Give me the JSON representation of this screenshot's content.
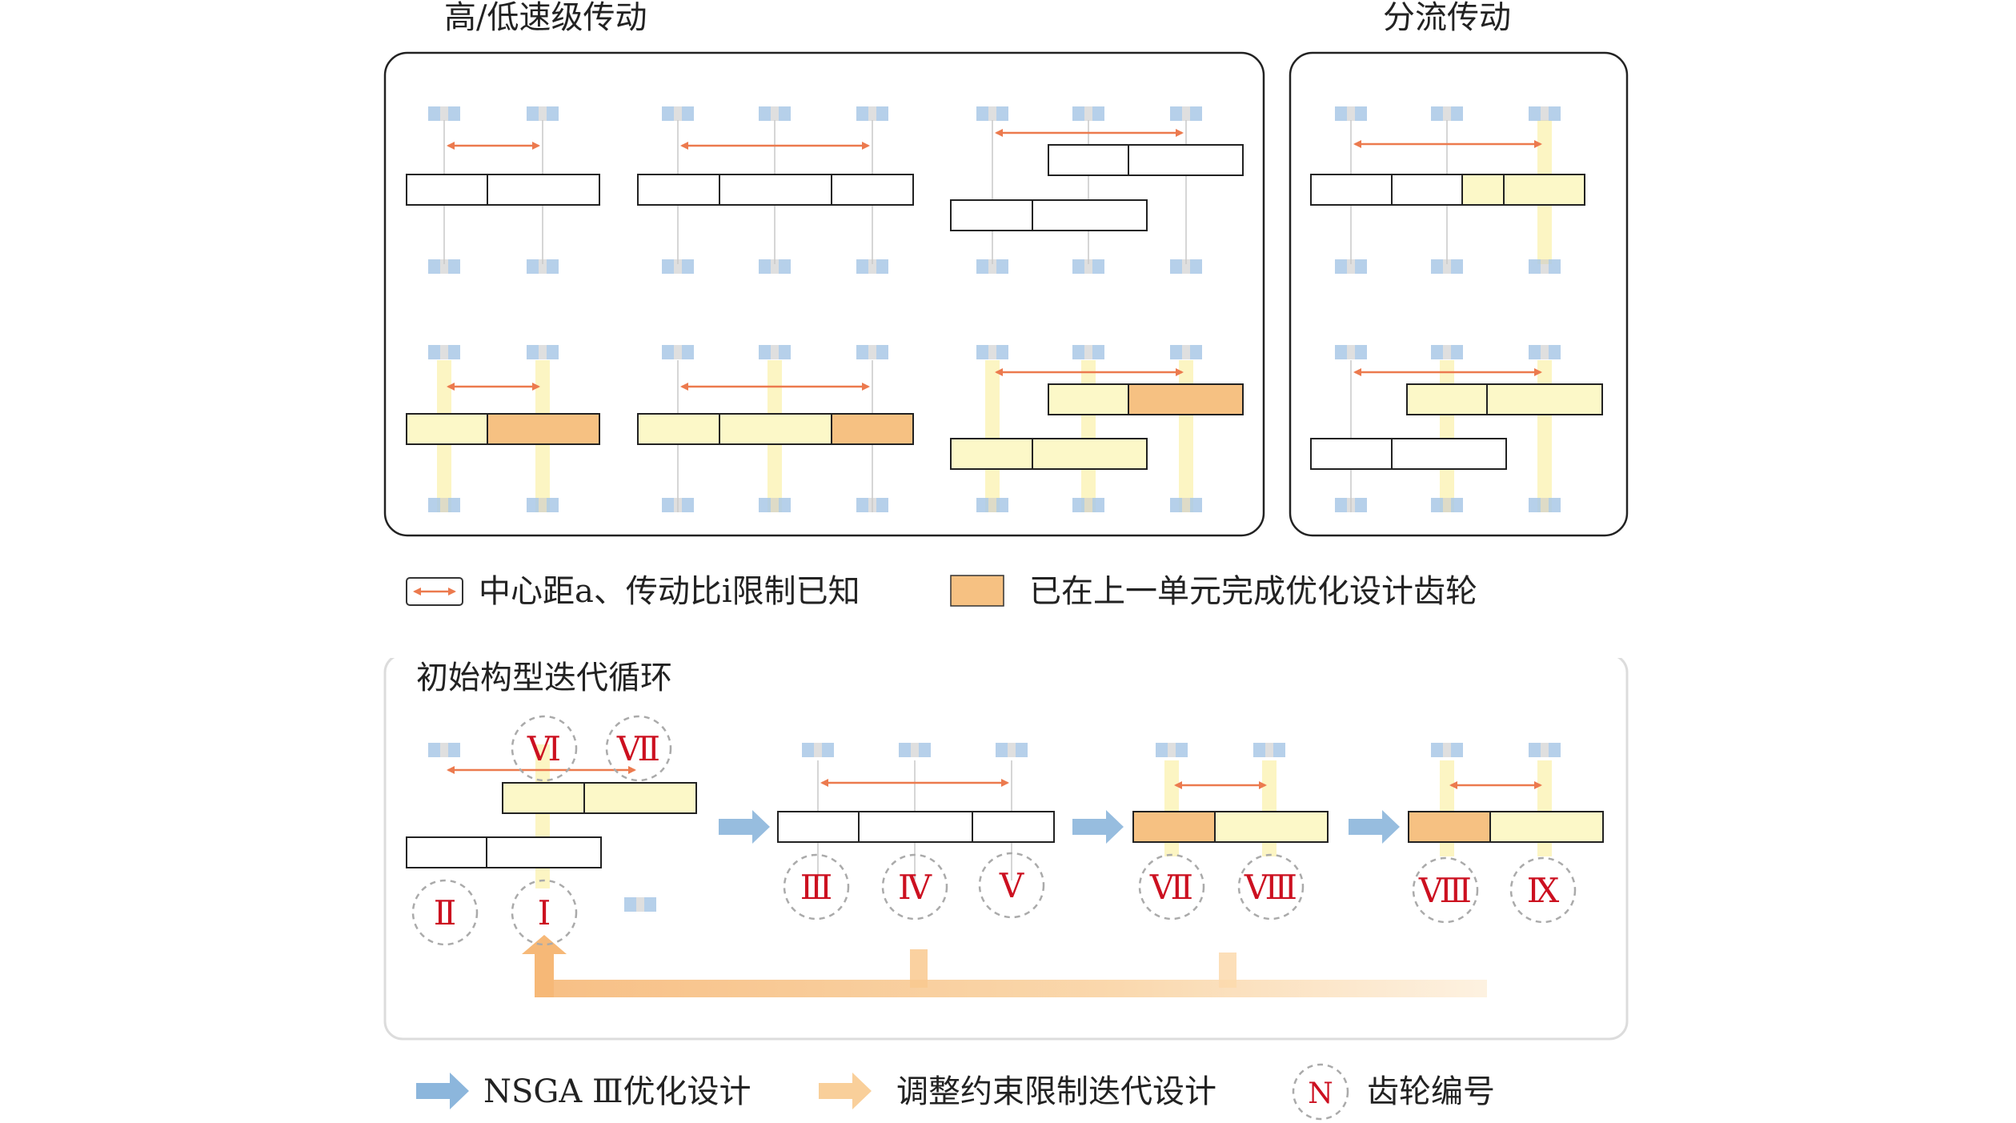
{
  "titles": {
    "high_low": "高/低速级传动",
    "split": "分流传动",
    "iteration": "初始构型迭代循环"
  },
  "legend_top": {
    "center_distance": "中心距a、传动比i限制已知",
    "optimized": "已在上一单元完成优化设计齿轮"
  },
  "legend_bottom": {
    "nsga": "NSGA Ⅲ优化设计",
    "adjust": "调整约束限制迭代设计",
    "gear_no_symbol": "N",
    "gear_no": "齿轮编号"
  },
  "gear_labels": {
    "g1": "Ⅵ",
    "g2": "Ⅶ",
    "g3": "Ⅱ",
    "g4": "Ⅰ",
    "g5": "Ⅲ",
    "g6": "Ⅳ",
    "g7": "Ⅴ",
    "g8": "Ⅶ",
    "g9": "Ⅷ",
    "g10": "Ⅷ",
    "g11": "Ⅸ"
  },
  "colors": {
    "yellow": "#fcf8c8",
    "orange": "#f6c182",
    "arrow": "#ec7a4e",
    "blue_arrow": "#8cb6dc",
    "feedback": "#f8c88a",
    "label_red": "#cc1020",
    "shaft": "#fbf3b8",
    "bearing": "#a9c8e6"
  }
}
